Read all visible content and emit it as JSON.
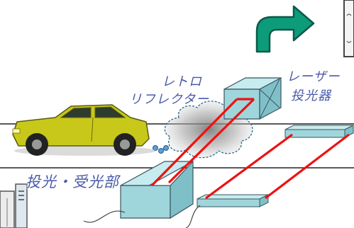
{
  "labels": {
    "retro_line1": "レトロ",
    "retro_line2": "リフレクター",
    "laser_line1": "レーザー",
    "laser_line2": "投光器",
    "transceiver": "投光・受光部"
  },
  "icons": {
    "arrow": "curved-right-arrow-icon",
    "car": "car-icon",
    "smoke": "exhaust-smoke-cloud-icon"
  },
  "colors": {
    "box_face": "#9fd6dc",
    "box_top": "#c6ecef",
    "box_edge": "#3a5560",
    "beam": "#ee1111",
    "arrow_fill": "#0c9c7a",
    "car_body": "#c8c81a",
    "label": "#4a5aa8",
    "road_line": "#222222"
  }
}
